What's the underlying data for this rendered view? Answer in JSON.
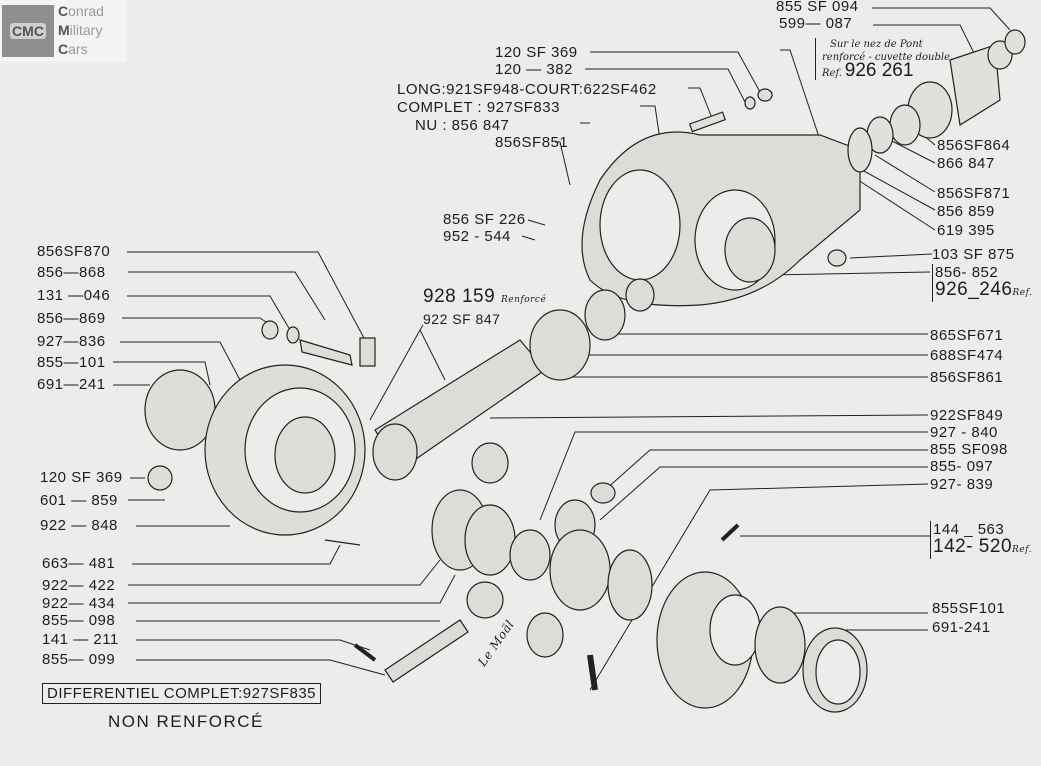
{
  "logo": {
    "badge": "CMC",
    "line1_initial": "C",
    "line1": "onrad",
    "line2_initial": "M",
    "line2": "ilitary",
    "line3_initial": "C",
    "line3": "ars"
  },
  "note": {
    "line1": "Sur le nez de Pont",
    "line2": "renforcé - cuvette double.",
    "ref_prefix": "Ref.",
    "ref": "926 261"
  },
  "top_labels": [
    "855 SF 094",
    "599— 087",
    "120 SF 369",
    "120 — 382",
    "LONG:921SF948-COURT:622SF462",
    "COMPLET : 927SF833",
    "NU : 856 847",
    "856SF851",
    "856 SF 226",
    "952 - 544"
  ],
  "right_labels": [
    "856SF864",
    "866 847",
    "856SF871",
    "856 859",
    "619 395",
    "103 SF 875",
    "856- 852",
    "926_246",
    "865SF671",
    "688SF474",
    "856SF861",
    "922SF849",
    "927 - 840",
    "855 SF098",
    "855- 097",
    "927- 839",
    "144 _ 563",
    "142- 520",
    "855SF101",
    "691-241"
  ],
  "ref_suffix": "Ref.",
  "left_labels": [
    "856SF870",
    "856—868",
    "131 —046",
    "856—869",
    "927—836",
    "855—101",
    "691—241",
    "120 SF 369",
    "601 — 859",
    "922 — 848",
    "663— 481",
    "922— 422",
    "922— 434",
    "855— 098",
    "141 — 211",
    "855— 099"
  ],
  "center_labels": {
    "pinion_ref": "928 159",
    "pinion_ref_suffix": "Renforcé",
    "pinion": "922 SF 847"
  },
  "signature": "Le Moäl",
  "footer": {
    "box": "DIFFERENTIEL COMPLET:927SF835",
    "subtitle": "NON RENFORCÉ"
  }
}
